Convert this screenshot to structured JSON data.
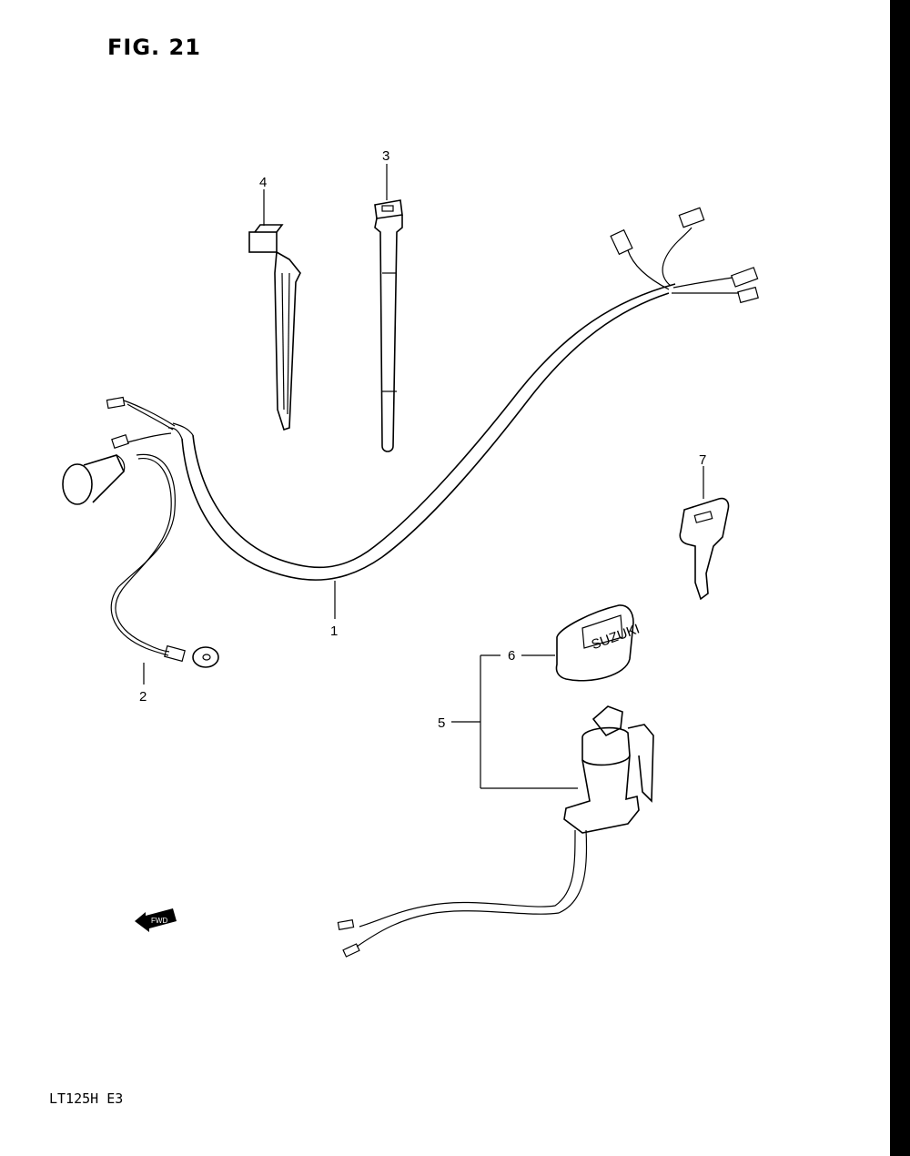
{
  "figure": {
    "title": "FIG. 21",
    "model_code": "LT125H E3"
  },
  "callouts": [
    {
      "id": "1",
      "label": "1"
    },
    {
      "id": "2",
      "label": "2"
    },
    {
      "id": "3",
      "label": "3"
    },
    {
      "id": "4",
      "label": "4"
    },
    {
      "id": "5",
      "label": "5"
    },
    {
      "id": "6",
      "label": "6"
    },
    {
      "id": "7",
      "label": "7"
    }
  ],
  "cover_text": "SUZUKI",
  "direction_arrow": "FWD",
  "colors": {
    "line": "#000000",
    "background": "#ffffff"
  }
}
